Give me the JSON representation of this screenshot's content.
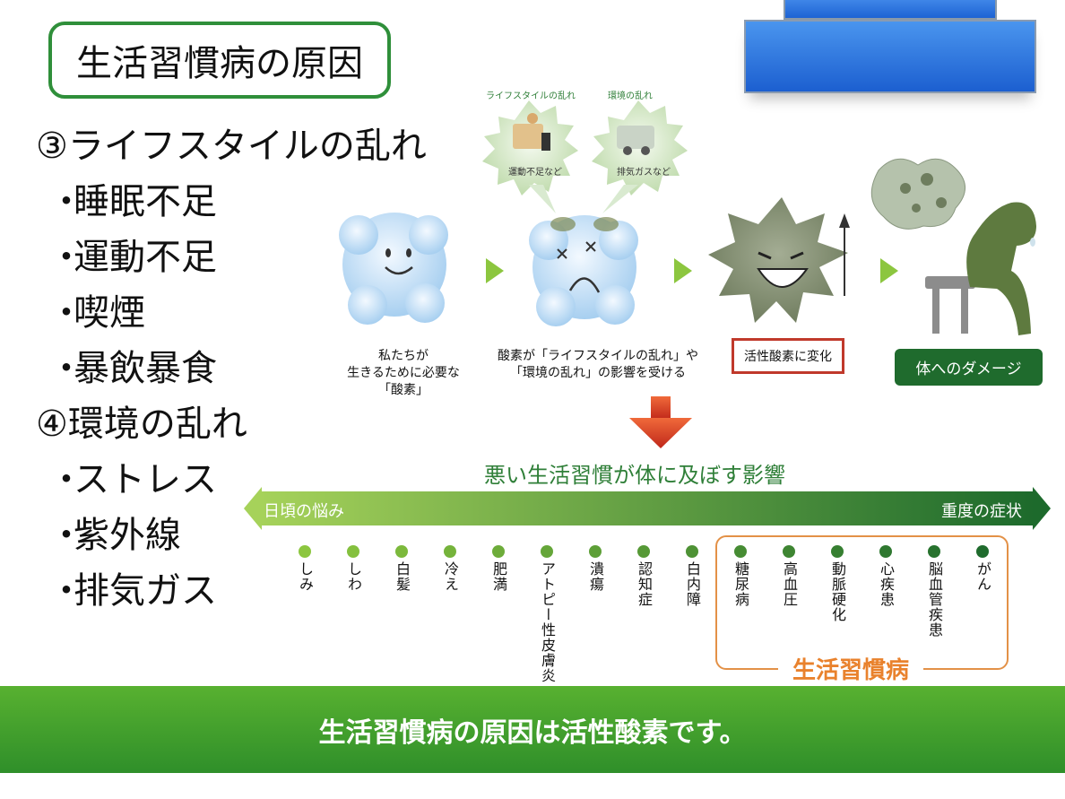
{
  "title": "生活習慣病の原因",
  "causes": {
    "heading3": "③ライフスタイルの乱れ",
    "items3": [
      "睡眠不足",
      "運動不足",
      "喫煙",
      "暴飲暴食"
    ],
    "heading4": "④環境の乱れ",
    "items4": [
      "ストレス",
      "紫外線",
      "排気ガス"
    ],
    "bullet": "・"
  },
  "diagram": {
    "bubble1_title": "ライフスタイルの乱れ",
    "bubble1_caption": "運動不足など",
    "bubble2_title": "環境の乱れ",
    "bubble2_caption": "排気ガスなど",
    "stage1_caption": [
      "私たちが",
      "生きるために必要な",
      "「酸素」"
    ],
    "stage2_caption": [
      "酸素が「ライフスタイルの乱れ」や",
      "「環境の乱れ」の影響を受ける"
    ],
    "stage3_label": "活性酸素に変化",
    "stage4_label": "体へのダメージ",
    "colors": {
      "green_dark": "#1f6b2d",
      "green_light": "#8cc63f",
      "red": "#c0392b",
      "orange": "#e9822d"
    }
  },
  "impact": {
    "title": "悪い生活習慣が体に及ぼす影響",
    "bar_left": "日頃の悩み",
    "bar_right": "重度の症状",
    "items": [
      "しみ",
      "しわ",
      "白髪",
      "冷え",
      "肥満",
      "アトピー性皮膚炎",
      "潰瘍",
      "認知症",
      "白内障",
      "糖尿病",
      "高血圧",
      "動脈硬化",
      "心疾患",
      "脳血管疾患",
      "がん"
    ],
    "group_label": "生活習慣病"
  },
  "footer": "生活習慣病の原因は活性酸素です。"
}
